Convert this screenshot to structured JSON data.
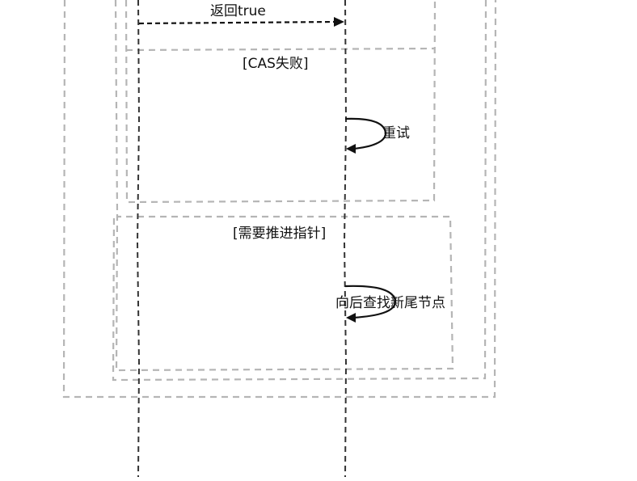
{
  "diagram": {
    "messages": {
      "return_true": "返回true",
      "retry": "重试",
      "find_new_tail": "向后查找新尾节点"
    },
    "guards": {
      "cas_failed": "[CAS失败]",
      "need_advance": "[需要推进指针]"
    }
  }
}
